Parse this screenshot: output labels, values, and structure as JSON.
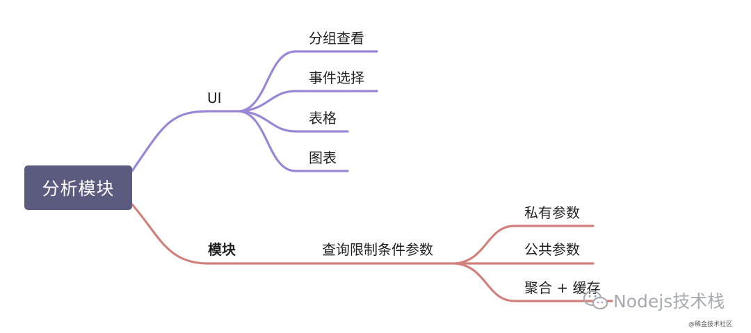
{
  "root": {
    "label": "分析模块"
  },
  "branches": [
    {
      "label": "UI",
      "color": "#9b86d6",
      "children": [
        "分组查看",
        "事件选择",
        "表格",
        "图表"
      ]
    },
    {
      "label": "模块",
      "color": "#d2807c",
      "child": {
        "label": "查询限制条件参数",
        "children": [
          "私有参数",
          "公共参数",
          "聚合 + 缓存"
        ]
      }
    }
  ],
  "watermark": {
    "text": "Nodejs技术栈",
    "icon": "wechat-icon"
  },
  "credit": {
    "text": "@稀金技术社区"
  }
}
